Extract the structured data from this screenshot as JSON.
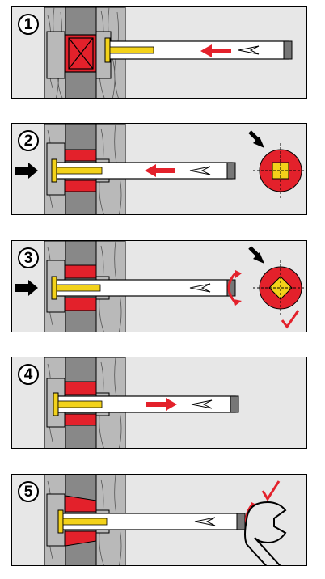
{
  "steps": [
    {
      "number": "1",
      "action": "drill-hole",
      "push_arrow": false,
      "bolt_direction": "in",
      "check": false
    },
    {
      "number": "2",
      "action": "insert-and-tap",
      "push_arrow": true,
      "bolt_direction": "in",
      "check": false
    },
    {
      "number": "3",
      "action": "rotate-to-lock",
      "push_arrow": true,
      "bolt_direction": "none",
      "check": true
    },
    {
      "number": "4",
      "action": "pull-back",
      "push_arrow": false,
      "bolt_direction": "out",
      "check": false
    },
    {
      "number": "5",
      "action": "tighten-with-wrench",
      "push_arrow": false,
      "bolt_direction": "none",
      "check": true
    }
  ],
  "colors": {
    "panel": "#e7e7e7",
    "wall": "#b9b9b9",
    "cavity": "#888888",
    "anchor": "#e3212b",
    "bolt": "#f3d21a",
    "shaft": "#ffffff",
    "arrow_red": "#e3212b",
    "arrow_black": "#000000",
    "check": "#e3212b"
  },
  "icons": [
    "push-arrow-icon",
    "direction-arrow-icon",
    "rotate-arrow-icon",
    "checkmark-icon",
    "wrench-icon",
    "cross-section-icon"
  ]
}
